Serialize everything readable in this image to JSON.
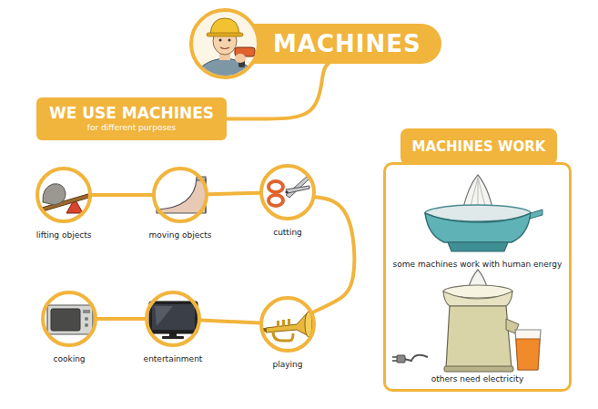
{
  "diagram": {
    "nodes": [
      {
        "text": [
          "MACHINES"
        ]
      },
      {
        "text": [
          "WE USE MACHINES",
          "for different purposes"
        ]
      },
      {
        "text": [
          "lifting objects"
        ]
      },
      {
        "text": [
          "moving objects"
        ]
      },
      {
        "text": [
          "cutting"
        ]
      },
      {
        "text": [
          "cooking"
        ]
      },
      {
        "text": [
          "entertainment"
        ]
      },
      {
        "text": [
          "playing"
        ]
      },
      {
        "text": [
          "MACHINES WORK",
          "some machines work with human energy",
          "others need electricity"
        ]
      }
    ],
    "edges": [
      {
        "from": 0,
        "to": 1,
        "arrow": "none"
      },
      {
        "from": 2,
        "to": 3,
        "arrow": "none"
      },
      {
        "from": 3,
        "to": 4,
        "arrow": "none"
      },
      {
        "from": 4,
        "to": 7,
        "arrow": "none"
      },
      {
        "from": 7,
        "to": 6,
        "arrow": "none"
      },
      {
        "from": 6,
        "to": 5,
        "arrow": "none"
      }
    ]
  }
}
